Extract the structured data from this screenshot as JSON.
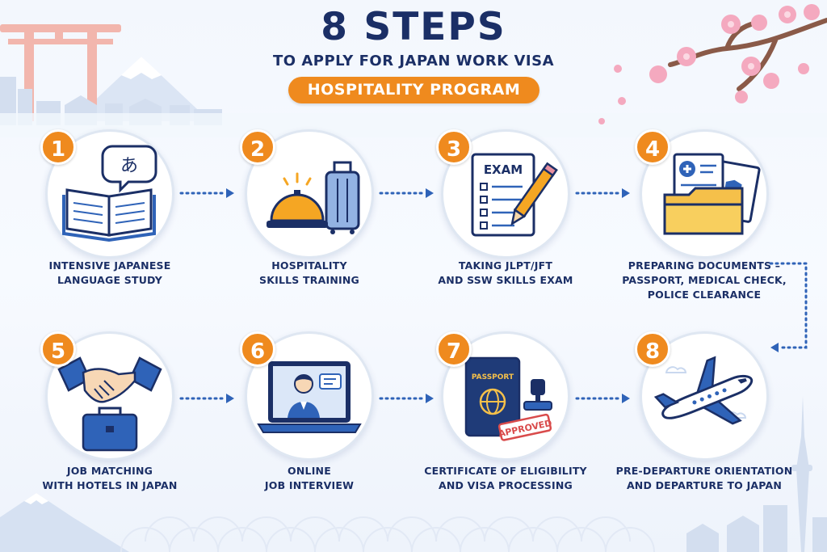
{
  "header": {
    "title": "8 STEPS",
    "subtitle": "TO APPLY FOR JAPAN WORK VISA",
    "program": "HOSPITALITY PROGRAM"
  },
  "colors": {
    "navy": "#1b2f66",
    "orange": "#ef8a1e",
    "blue_accent": "#2f63b8",
    "sakura": "#f4a9bf"
  },
  "steps": [
    {
      "number": "1",
      "icon": "open-book-speech-bubble-icon",
      "bubble_text": "あ",
      "lines": [
        "INTENSIVE JAPANESE",
        "LANGUAGE STUDY"
      ]
    },
    {
      "number": "2",
      "icon": "service-bell-suitcase-icon",
      "lines": [
        "HOSPITALITY",
        "SKILLS TRAINING"
      ]
    },
    {
      "number": "3",
      "icon": "exam-paper-pencil-icon",
      "paper_text": "EXAM",
      "lines": [
        "TAKING JLPT/JFT",
        "AND SSW SKILLS EXAM"
      ]
    },
    {
      "number": "4",
      "icon": "document-folder-icon",
      "lines": [
        "PREPARING DOCUMENTS –",
        "PASSPORT, MEDICAL CHECK,",
        "POLICE CLEARANCE"
      ]
    },
    {
      "number": "5",
      "icon": "handshake-briefcase-icon",
      "lines": [
        "JOB MATCHING",
        "WITH HOTELS IN JAPAN"
      ]
    },
    {
      "number": "6",
      "icon": "laptop-video-call-icon",
      "lines": [
        "ONLINE",
        "JOB INTERVIEW"
      ]
    },
    {
      "number": "7",
      "icon": "passport-approved-stamp-icon",
      "passport_text": "PASSPORT",
      "stamp_text": "APPROVED",
      "lines": [
        "CERTIFICATE OF ELIGIBILITY",
        "AND VISA PROCESSING"
      ]
    },
    {
      "number": "8",
      "icon": "airplane-icon",
      "lines": [
        "PRE-DEPARTURE ORIENTATION",
        "AND DEPARTURE TO JAPAN"
      ]
    }
  ]
}
